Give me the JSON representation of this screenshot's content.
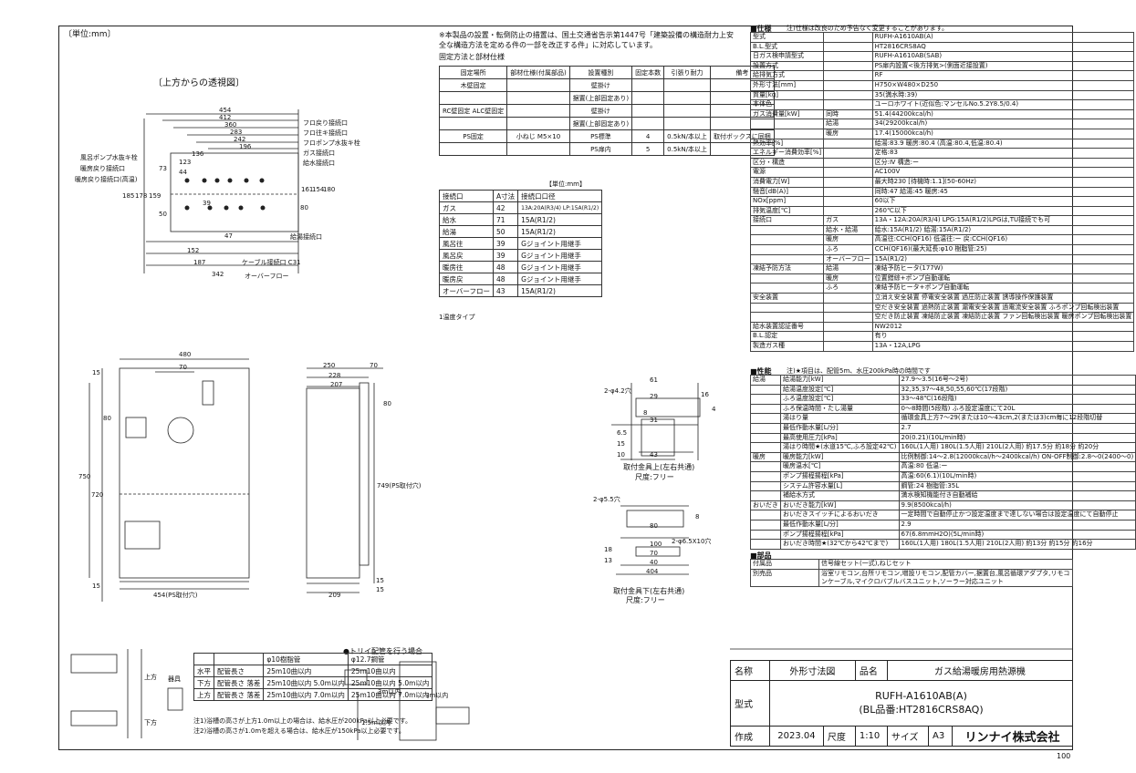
{
  "unit_label": "〔単位:mm〕",
  "perspective_title": "〔上方からの透視図〕",
  "persp_labels": {
    "bath_drain": "風呂ポンプ水抜キ栓",
    "heat_return": "暖房戻り接続口",
    "heat_return_low": "暖房戻り接続口(高温)",
    "bath_return": "フロ戻り接続口",
    "bath_go": "フロ往キ接続口",
    "bath_pump_drain": "フロポンプ水抜キ栓",
    "gas": "ガス接続口",
    "water_in": "給水接続口",
    "hot_out": "給湯接続口",
    "cable": "ケーブル接続口 C31",
    "overflow": "オーバーフロー"
  },
  "persp_dims": [
    "454",
    "412",
    "360",
    "283",
    "242",
    "196",
    "136",
    "123",
    "44",
    "185",
    "178",
    "159",
    "73",
    "50",
    "161",
    "154",
    "180",
    "80",
    "47",
    "152",
    "187",
    "342",
    "39"
  ],
  "notice": "※本製品の設置・転倒防止の措置は、国土交通省告示第1447号「建築設備の構造耐力上安全な構造方法を定める件の一部を改正する件」に対応しています。",
  "fixing": {
    "title": "固定方法と部材仕様",
    "headers": [
      "固定場所",
      "部材仕様(付属部品)",
      "設置種別",
      "固定本数",
      "引張り耐力",
      "備考"
    ],
    "rows": [
      [
        "木壁固定",
        "",
        "壁掛け",
        "",
        "",
        ""
      ],
      [
        "",
        "",
        "据置(上部固定あり)",
        "",
        "",
        ""
      ],
      [
        "RC壁固定 ALC壁固定",
        "",
        "壁掛け",
        "",
        "",
        ""
      ],
      [
        "",
        "",
        "据置(上部固定あり)",
        "",
        "",
        ""
      ],
      [
        "PS固定",
        "小ねじ M5×10",
        "PS標準",
        "4",
        "0.5kN/本以上",
        "取付ボックスに同梱"
      ],
      [
        "",
        "",
        "PS扉内",
        "5",
        "0.5kN/本以上",
        ""
      ]
    ]
  },
  "connections": {
    "unit_note": "【単位:mm】",
    "headers": [
      "接続口",
      "A寸法",
      "接続口口径"
    ],
    "rows": [
      [
        "ガス",
        "42",
        "13A:20A(R3/4) LP:15A(R1/2)"
      ],
      [
        "給水",
        "71",
        "15A(R1/2)"
      ],
      [
        "給湯",
        "50",
        "15A(R1/2)"
      ],
      [
        "風呂往",
        "39",
        "Gジョイント用継手"
      ],
      [
        "風呂戻",
        "39",
        "Gジョイント用継手"
      ],
      [
        "暖房往",
        "48",
        "Gジョイント用継手"
      ],
      [
        "暖房戻",
        "48",
        "Gジョイント用継手"
      ],
      [
        "オーバーフロー",
        "43",
        "15A(R1/2)"
      ]
    ],
    "note": "1温度タイプ"
  },
  "front_dims": [
    "480",
    "70",
    "15",
    "80",
    "750",
    "720",
    "15",
    "454(PS取付穴)"
  ],
  "side_dims": [
    "250",
    "228",
    "207",
    "70",
    "80",
    "749(PS取付穴)",
    "209",
    "15",
    "15"
  ],
  "bracket_top": {
    "dims": [
      "2-φ4.2穴",
      "61",
      "29",
      "16",
      "4",
      "8",
      "31",
      "6.5",
      "15",
      "10",
      "43"
    ],
    "caption": "取付金具上(左右共通)",
    "scale": "尺度:フリー"
  },
  "bracket_bottom": {
    "dims": [
      "2-φ5.5穴",
      "80",
      "8",
      "2-φ6.5X10穴",
      "100",
      "70",
      "40",
      "404",
      "18",
      "13"
    ],
    "caption": "取付金具下(左右共通)",
    "scale": "尺度:フリー"
  },
  "spec": {
    "title": "■仕様",
    "title_note": "注)仕様は改良のため予告なく変更することがあります。",
    "rows": [
      [
        "型式",
        "",
        "RUFH-A1610AB(A)"
      ],
      [
        "B.L.型式",
        "",
        "HT2816CRS8AQ"
      ],
      [
        "日ガス検申請型式",
        "",
        "RUFH-A1610AB(SAB)"
      ],
      [
        "設置方式",
        "",
        "PS扉内設置<後方排気>(側面近接設置)"
      ],
      [
        "給排気方式",
        "",
        "RF"
      ],
      [
        "外形寸法[mm]",
        "",
        "H750×W480×D250"
      ],
      [
        "質量[kg]",
        "",
        "35(満水時:39)"
      ],
      [
        "本体色",
        "",
        "ユーロホワイト(近似色:マンセルNo.5.2Y8.5/0.4)"
      ],
      [
        "ガス消費量[kW]",
        "同時",
        "51.4(44200kcal/h)"
      ],
      [
        "",
        "給湯",
        "34(29200kcal/h)"
      ],
      [
        "",
        "暖房",
        "17.4(15000kcal/h)"
      ],
      [
        "熱効率[%]",
        "",
        "給湯:83.9 暖房:80.4 (高温:80.4,低温:80.4)"
      ],
      [
        "エネルギー消費効率[%]",
        "",
        "定格:83"
      ],
      [
        "区分・構造",
        "",
        "区分:Ⅳ 構造:ー"
      ],
      [
        "電源",
        "",
        "AC100V"
      ],
      [
        "消費電力[W]",
        "",
        "最大時230 [待機時:1.1](50-60Hz)"
      ],
      [
        "騒音[dB(A)]",
        "",
        "同時:47 給湯:45 暖房:45"
      ],
      [
        "NOx[ppm]",
        "",
        "60以下"
      ],
      [
        "排気温度[℃]",
        "",
        "260℃以下"
      ],
      [
        "接続口",
        "ガス",
        "13A・12A:20A(R3/4) LPG:15A(R1/2)LPGは,TU接続でも可"
      ],
      [
        "",
        "給水・給湯",
        "給水:15A(R1/2) 給湯:15A(R1/2)"
      ],
      [
        "",
        "暖房",
        "高温往:CCH(QF16) 低温往:ー 戻:CCH(QF16)"
      ],
      [
        "",
        "ふろ",
        "CCH(QF16)(最大延長:φ10 樹脂管:25)"
      ],
      [
        "",
        "オーバーフロー",
        "15A(R1/2)"
      ],
      [
        "凍結予防方法",
        "給湯",
        "凍結予防ヒータ(177W)"
      ],
      [
        "",
        "暖房",
        "位置錯綜+ポンプ自動運転"
      ],
      [
        "",
        "ふろ",
        "凍結予防ヒータ+ポンプ自動運転"
      ],
      [
        "安全装置",
        "",
        "立消え安全装置 停電安全装置 過圧防止装置 誘導操作保護装置"
      ],
      [
        "",
        "",
        "空だき安全装置 過熱防止装置 漏電安全装置 過電流安全装置 ふろポンプ回転検出装置"
      ],
      [
        "",
        "",
        "空だき防止装置 凍結防止装置 凍結防止装置 ファン回転検出装置 暖房ポンプ回転検出装置"
      ],
      [
        "給水装置認証番号",
        "",
        "NW2012"
      ],
      [
        "B.L.認定",
        "",
        "有り"
      ],
      [
        "製造ガス種",
        "",
        "13A・12A,LPG"
      ]
    ]
  },
  "perf": {
    "title": "■性能",
    "title_note": "注)★項目は、配管5m、水圧200kPa時の時間です",
    "rows": [
      [
        "給湯",
        "給湯能力[kW]",
        "27.9〜3.5(16号〜2号)"
      ],
      [
        "",
        "給湯温度設定[℃]",
        "32,35,37〜48,50,55,60℃(17段階)"
      ],
      [
        "",
        "ふろ温度設定[℃]",
        "33〜48℃(16段階)"
      ],
      [
        "",
        "ふろ保温時間・たし湯量",
        "0〜8時間(5段階) ふろ設定温度にて20L"
      ],
      [
        "",
        "湯はり量",
        "循環金具上方7〜29(または10〜43cm,2(または3)cm毎に12段階切替"
      ],
      [
        "",
        "最低作動水量[L/分]",
        "2.7"
      ],
      [
        "",
        "最高使用圧力[kPa]",
        "20(0.21)(10L/min時)"
      ],
      [
        "",
        "湯はり時間★(水道15℃,ふろ設定42℃)",
        "160L(1人用) 180L(1.5人用) 210L(2人用) 約17.5分 約18分 約20分"
      ],
      [
        "暖房",
        "暖房能力[kW]",
        "比例制御:14〜2.8(12000kcal/h〜2400kcal/h) ON-OFF制御:2.8〜0(2400〜0)"
      ],
      [
        "",
        "暖房温水[℃]",
        "高温:80 低温:ー"
      ],
      [
        "",
        "ポンプ揚程揚程[kPa]",
        "高温:60(6.1)(10L/min時)"
      ],
      [
        "",
        "システム許容水量[L]",
        "鋼管:24 樹脂管:35L"
      ],
      [
        "",
        "補給水方式",
        "満水検知機能付き自動補給"
      ],
      [
        "おいだき",
        "おいだき能力[kW]",
        "9.9(8500kcal/h)"
      ],
      [
        "",
        "おいだきスイッチによるおいだき",
        "一定時間で自動停止かつ設定温度まで達しない場合は設定温度にて自動停止"
      ],
      [
        "",
        "最低作動水量[L/分]",
        "2.9"
      ],
      [
        "",
        "ポンプ揚程揚程[kPa]",
        "67(6.8mmH2O)(5L/min時)"
      ],
      [
        "",
        "おいだき時間★(32℃から42℃まで)",
        "160L(1人用) 180L(1.5人用) 210L(2人用) 約13分 約15分 約16分"
      ]
    ]
  },
  "parts": {
    "title": "■部品",
    "rows": [
      [
        "付属品",
        "信号線セット(一式),ねじセット"
      ],
      [
        "別売品",
        "浴室リモコン,台所リモコン,増設リモコン,配管カバー,据置台,風呂循環アダプタ,リモコンケーブル,マイクロバブルバスユニット,ソーラー対応ユニット"
      ]
    ]
  },
  "piping": {
    "title": "●トリイ配管を行う場合",
    "headers": [
      "",
      "",
      "φ10樹脂管",
      "φ12.7鋼管"
    ],
    "rows": [
      [
        "水平",
        "配管長さ",
        "25m10曲以内",
        "25m10曲以内"
      ],
      [
        "下方",
        "配管長さ 落差",
        "25m10曲以内 5.0m以内",
        "25m10曲以内 5.0m以内"
      ],
      [
        "上方",
        "配管長さ 落差",
        "25m10曲以内 7.0m以内",
        "25m10曲以内 7.0m以内"
      ]
    ],
    "notes": [
      "注1)浴槽の高さが上方1.0m以上の場合は、給水圧が200kPa以上必要です。",
      "注2)浴槽の高さが1.0mを超える場合は、給水圧が150kPa以上必要です。"
    ],
    "labels": [
      "上方",
      "下方",
      "器具",
      "1.5m以内",
      "3m以内",
      "3m以内"
    ]
  },
  "titleblock": {
    "name_label": "名称",
    "name_value": "外形寸法図",
    "product_label": "品名",
    "product_value": "ガス給湯暖房用熱源機",
    "model_label": "型式",
    "model_value_1": "RUFH-A1610AB(A)",
    "model_value_2": "(BL品番:HT2816CRS8AQ)",
    "made_label": "作成",
    "date": "2023.04",
    "scale_label": "尺度",
    "scale": "1:10",
    "size_label": "サイズ",
    "size": "A3",
    "company": "リンナイ株式会社"
  },
  "page_no": "100"
}
